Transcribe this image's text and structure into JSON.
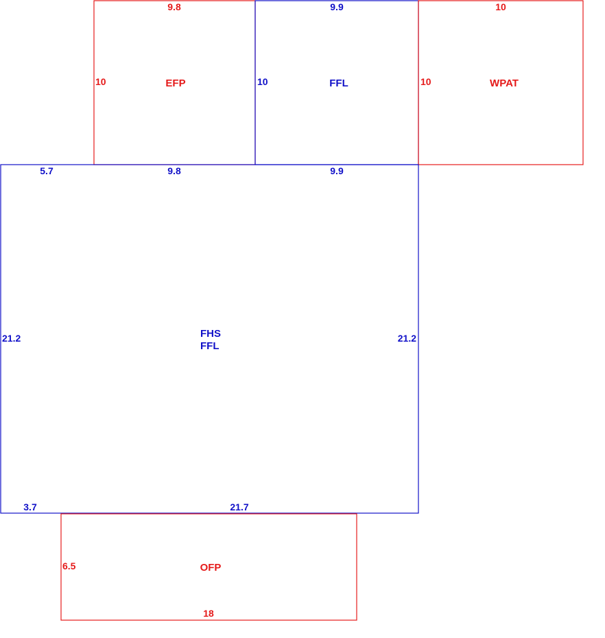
{
  "colors": {
    "red": "#e51a1a",
    "blue": "#1010c8",
    "background": "#ffffff"
  },
  "areas": {
    "efp": {
      "label": "EFP",
      "top_dim": "9.8",
      "left_dim": "10",
      "color": "#e51a1a"
    },
    "ffl_upper": {
      "label": "FFL",
      "top_dim": "9.9",
      "left_dim": "10",
      "color": "#1010c8"
    },
    "wpat": {
      "label": "WPAT",
      "top_dim": "10",
      "left_dim": "10",
      "color": "#e51a1a"
    },
    "fhs": {
      "label_line1": "FHS",
      "label_line2": "FFL",
      "top_left_dim": "5.7",
      "top_mid_dim": "9.8",
      "top_right_dim": "9.9",
      "left_dim": "21.2",
      "right_dim": "21.2",
      "bottom_left_dim": "3.7",
      "bottom_mid_dim": "21.7",
      "color": "#1010c8"
    },
    "ofp": {
      "label": "OFP",
      "left_dim": "6.5",
      "bottom_dim": "18",
      "color": "#e51a1a"
    }
  }
}
